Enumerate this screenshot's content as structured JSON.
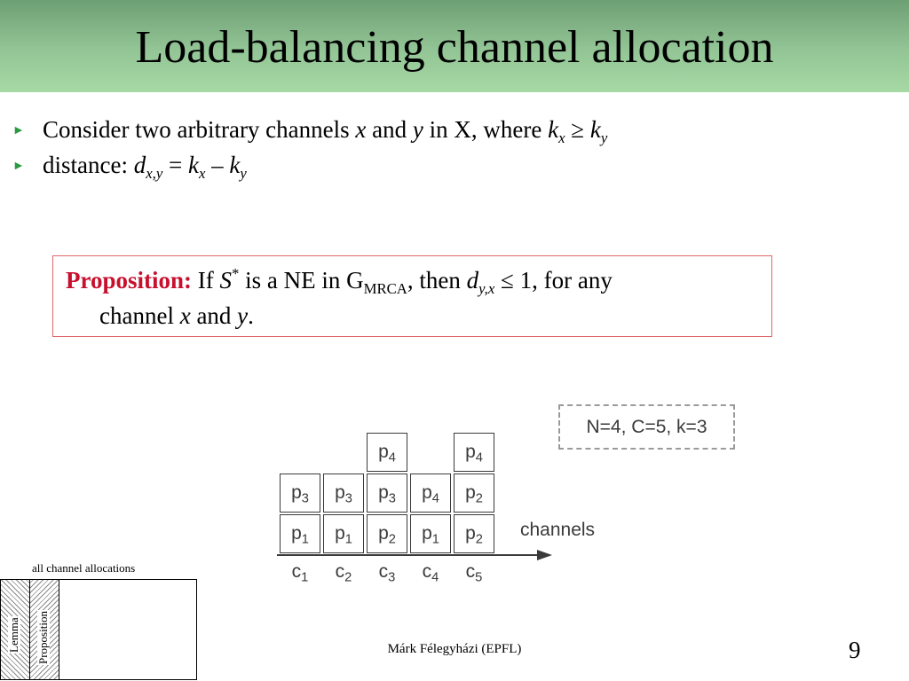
{
  "slide": {
    "title": "Load-balancing channel allocation",
    "bullet1": {
      "pre": "Consider two arbitrary channels ",
      "x": "x",
      "and": " and ",
      "y": "y",
      "mid": " in X, where ",
      "k1": "k",
      "s1": "x",
      "geq": " ≥ ",
      "k2": "k",
      "s2": "y"
    },
    "bullet2": {
      "pre": "distance: ",
      "d": "d",
      "ds": "x,y",
      "eq": " = ",
      "k1": "k",
      "s1": "x",
      "minus": " – ",
      "k2": "k",
      "s2": "y"
    },
    "proposition": {
      "label": "Proposition:",
      "if": " If ",
      "S": "S",
      "star": "*",
      "mid": " is a NE in G",
      "sub": "MRCA",
      "then": ", then ",
      "d": "d",
      "ds": "y,x",
      "rest": " ≤ 1, for any",
      "line2a": "channel ",
      "x": "x",
      "and": " and ",
      "y": "y",
      "end": "."
    },
    "figure": {
      "params": "N=4, C=5, k=3",
      "axis_label": "channels",
      "channel_labels": [
        {
          "b": "c",
          "s": "1"
        },
        {
          "b": "c",
          "s": "2"
        },
        {
          "b": "c",
          "s": "3"
        },
        {
          "b": "c",
          "s": "4"
        },
        {
          "b": "c",
          "s": "5"
        }
      ],
      "stacks": [
        [
          {
            "b": "p",
            "s": "1"
          },
          {
            "b": "p",
            "s": "3"
          }
        ],
        [
          {
            "b": "p",
            "s": "1"
          },
          {
            "b": "p",
            "s": "3"
          }
        ],
        [
          {
            "b": "p",
            "s": "2"
          },
          {
            "b": "p",
            "s": "3"
          },
          {
            "b": "p",
            "s": "4"
          }
        ],
        [
          {
            "b": "p",
            "s": "1"
          },
          {
            "b": "p",
            "s": "4"
          }
        ],
        [
          {
            "b": "p",
            "s": "2"
          },
          {
            "b": "p",
            "s": "2"
          },
          {
            "b": "p",
            "s": "4"
          }
        ]
      ]
    },
    "inset": {
      "caption": "all channel allocations",
      "lemma": "Lemma",
      "proposition": "Proposition"
    },
    "footer": "Márk Félegyházi (EPFL)",
    "page_number": "9"
  }
}
